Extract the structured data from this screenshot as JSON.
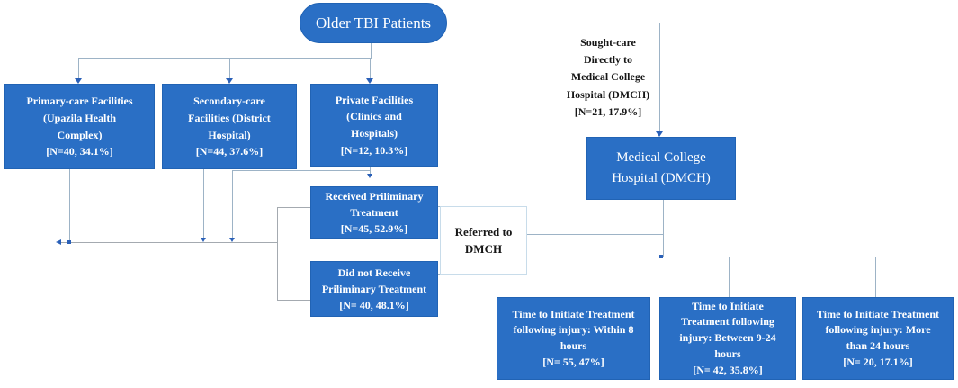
{
  "title": "Older TBI patients care-seeking flowchart",
  "colors": {
    "box_fill": "#2a6fc5",
    "box_border": "#2163b4",
    "connector": "#9db3c6",
    "connector_gray": "#a4aab0",
    "arrow": "#2a60b8",
    "text_light": "#ffffff",
    "text_dark": "#161616",
    "referred_border": "#c8dcea",
    "page_bg": "#ffffff"
  },
  "root": {
    "label": "Older TBI Patients"
  },
  "sought_care_note": {
    "lines": [
      "Sought-care",
      "Directly to",
      "Medical College",
      "Hospital (DMCH)",
      "[N=21, 17.9%]"
    ]
  },
  "facilities": [
    {
      "lines": [
        "Primary-care Facilities",
        "(Upazila Health",
        "Complex)",
        "[N=40, 34.1%]"
      ]
    },
    {
      "lines": [
        "Secondary-care",
        "Facilities (District",
        "Hospital)",
        "[N=44, 37.6%]"
      ]
    },
    {
      "lines": [
        "Private Facilities",
        "(Clinics and",
        "Hospitals)",
        "[N=12, 10.3%]"
      ]
    }
  ],
  "dmch": {
    "lines": [
      "Medical College",
      "Hospital (DMCH)"
    ]
  },
  "treatment": [
    {
      "lines": [
        "Received Priliminary",
        "Treatment",
        "[N=45, 52.9%]"
      ]
    },
    {
      "lines": [
        "Did not Receive",
        "Priliminary Treatment",
        "[N= 40, 48.1%]"
      ]
    }
  ],
  "referred_note": {
    "lines": [
      "Referred to",
      "DMCH"
    ]
  },
  "time_to_treatment": [
    {
      "lines": [
        "Time to Initiate Treatment",
        "following injury: Within 8",
        "hours",
        "[N= 55, 47%]"
      ]
    },
    {
      "lines": [
        "Time to Initiate",
        "Treatment following",
        "injury: Between 9-24",
        "hours",
        "[N= 42, 35.8%]"
      ]
    },
    {
      "lines": [
        "Time to Initiate Treatment",
        "following injury: More",
        "than 24 hours",
        "[N= 20, 17.1%]"
      ]
    }
  ]
}
